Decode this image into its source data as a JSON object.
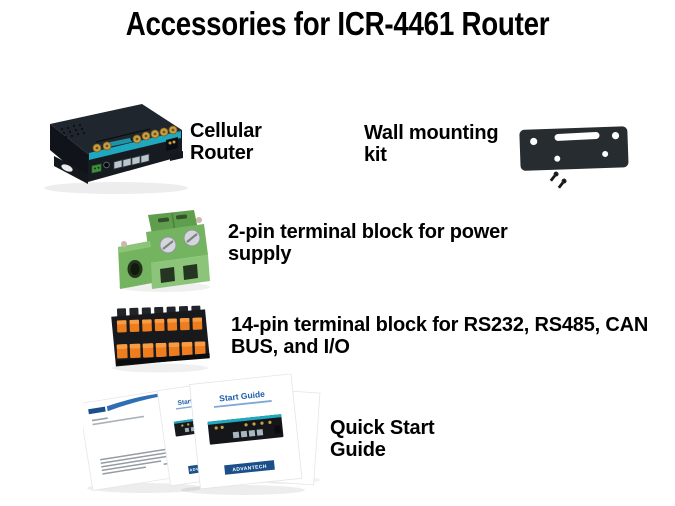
{
  "title": "Accessories for ICR-4461 Router",
  "items": [
    {
      "name": "cellular-router",
      "label": "Cellular Router",
      "lines": [
        "Cellular",
        "Router"
      ]
    },
    {
      "name": "wall-mounting-kit",
      "label": "Wall mounting kit",
      "lines": [
        "Wall mounting",
        "kit"
      ]
    },
    {
      "name": "2-pin-terminal-block",
      "label": "2-pin terminal block for power supply",
      "lines": [
        "2-pin terminal block for power",
        "supply"
      ]
    },
    {
      "name": "14-pin-terminal-block",
      "label": "14-pin terminal block for RS232, RS485, CAN BUS, and I/O",
      "lines": [
        "14-pin terminal block for RS232, RS485, CAN",
        "BUS, and I/O"
      ]
    },
    {
      "name": "quick-start-guide",
      "label": "Quick Start Guide",
      "lines": [
        "Quick Start",
        "Guide"
      ]
    }
  ],
  "guide_cover": {
    "title": "Start Guide",
    "brand": "ADVANTECH"
  },
  "colors": {
    "background": "#ffffff",
    "text": "#000000",
    "router_teal": "#1fa9c0",
    "antenna_gold": "#c89f43",
    "router_body": "#20262e",
    "bracket_gray": "#272c31",
    "terminal_green": "#74b35f",
    "terminal_green_light": "#8cc479",
    "terminal_green_dark": "#5f9e4d",
    "terminal_orange": "#ee7d1f",
    "terminal_orange_light": "#f89c44",
    "guide_blue": "#1b5fa8",
    "advantech_blue": "#1b4f8a"
  }
}
